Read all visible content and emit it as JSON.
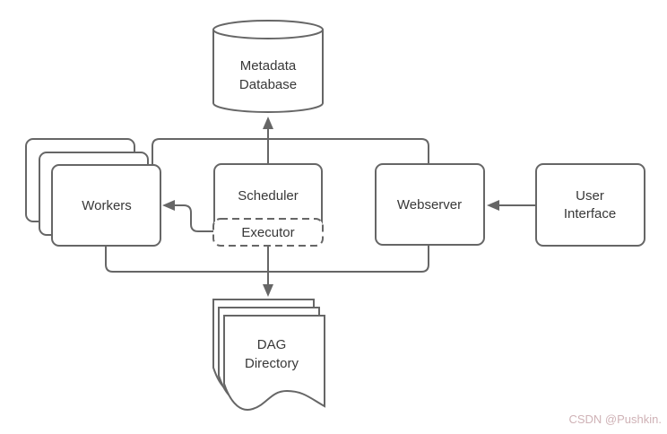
{
  "diagram": {
    "type": "architecture-flowchart",
    "background_color": "#ffffff",
    "stroke_color": "#666666",
    "text_color": "#383838",
    "nodes": {
      "metadata_db": {
        "shape": "cylinder",
        "label_lines": [
          "Metadata",
          "Database"
        ]
      },
      "workers": {
        "shape": "stacked-rounded-rectangles",
        "stack_count": 3,
        "label": "Workers"
      },
      "scheduler": {
        "shape": "rounded-rectangle",
        "label": "Scheduler"
      },
      "executor": {
        "shape": "dashed-rounded-rectangle",
        "label": "Executor"
      },
      "webserver": {
        "shape": "rounded-rectangle",
        "label": "Webserver"
      },
      "user_interface": {
        "shape": "rounded-rectangle",
        "label_lines": [
          "User",
          "Interface"
        ]
      },
      "dag_directory": {
        "shape": "stacked-documents",
        "stack_count": 3,
        "label_lines": [
          "DAG",
          "Directory"
        ]
      }
    },
    "edges": [
      {
        "from": "scheduler",
        "to": "metadata_db",
        "arrow": true
      },
      {
        "from": "workers",
        "to": "metadata_db",
        "arrow": false
      },
      {
        "from": "webserver",
        "to": "metadata_db",
        "arrow": false
      },
      {
        "from": "executor",
        "to": "workers",
        "arrow": true
      },
      {
        "from": "user_interface",
        "to": "webserver",
        "arrow": true
      },
      {
        "from": "executor",
        "to": "dag_directory",
        "arrow": true
      },
      {
        "from": "workers",
        "to": "dag_directory",
        "arrow": false
      },
      {
        "from": "webserver",
        "to": "dag_directory",
        "arrow": false
      }
    ]
  },
  "watermark": {
    "text": "CSDN @Pushkin.",
    "color": "#cfb2b6"
  }
}
